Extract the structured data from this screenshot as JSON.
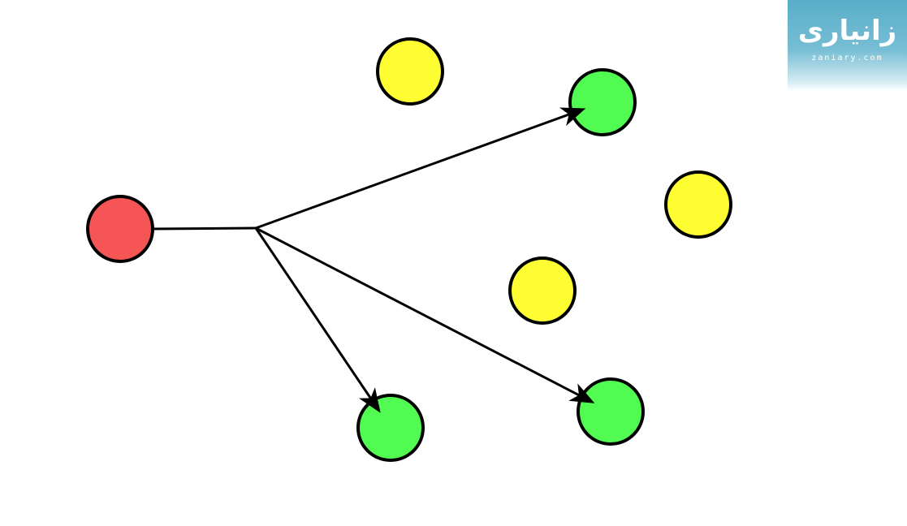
{
  "watermark": {
    "name": "زانیاری",
    "domain": "zaniary.com"
  },
  "colors": {
    "source_node": "#f55555",
    "target_node": "#52fb52",
    "other_node": "#fefe32",
    "outline": "#000000",
    "edge": "#000000"
  },
  "nodes": [
    {
      "id": "source",
      "kind": "source"
    },
    {
      "id": "yellow-1",
      "kind": "other"
    },
    {
      "id": "green-1",
      "kind": "target"
    },
    {
      "id": "yellow-2",
      "kind": "other"
    },
    {
      "id": "yellow-3",
      "kind": "other"
    },
    {
      "id": "green-2",
      "kind": "target"
    },
    {
      "id": "green-3",
      "kind": "target"
    }
  ],
  "edges": [
    {
      "from": "source",
      "to": "junction",
      "arrow": false
    },
    {
      "from": "junction",
      "to": "green-1",
      "arrow": true
    },
    {
      "from": "junction",
      "to": "green-3",
      "arrow": true
    },
    {
      "from": "junction",
      "to": "green-2",
      "arrow": true
    }
  ]
}
